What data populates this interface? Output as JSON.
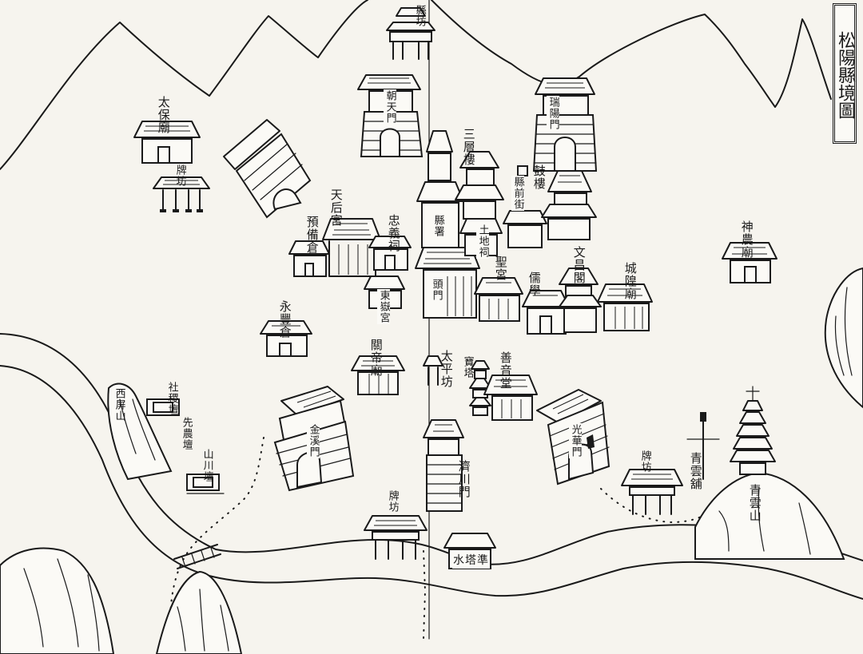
{
  "title": "松陽縣境圖",
  "labels": {
    "taibao_temple": "太保廟",
    "archway_nw": "牌坊",
    "tianfei_palace": "天后宮",
    "granary": "預備倉",
    "zhongyi_shrine": "忠義祠",
    "dongyue_palace": "東嶽宮",
    "yongfeng_granary": "永豐倉",
    "guandi_temple": "關帝廟",
    "chaotian_gate": "朝天門",
    "county_archway": "縣坊",
    "sanceng_tower": "三層樓",
    "drum_tower": "鼓樓",
    "county_office": "縣署",
    "county_yamen": "縣前街",
    "tudi_shrine": "土地祠",
    "yamen_gate": "頭門",
    "shenghua_gate": "聖宮",
    "ruiyang_gate": "瑞陽門",
    "wenchang_pavilion": "文昌閣",
    "confucian_school": "儒學",
    "city_god_temple": "城隍廟",
    "shennong_temple": "神農廟",
    "taiping_archway": "太平坊",
    "shanyin_hall": "善音堂",
    "pagoda_shrine": "寶塔",
    "xiping_mountain": "西屏山",
    "sheji_altar": "社稷壇",
    "xianyang_altar": "先農壇",
    "shanchuan_altar": "山川壇",
    "jinxia_gate": "金溪門",
    "jichuan_gate": "濟川門",
    "archway_s": "牌坊",
    "shuita": "水塔準",
    "guanghua_gate": "光華門",
    "archway_se": "牌坊",
    "qingyun_pu": "青雲舖",
    "qingyun_mountain": "青雲山"
  }
}
